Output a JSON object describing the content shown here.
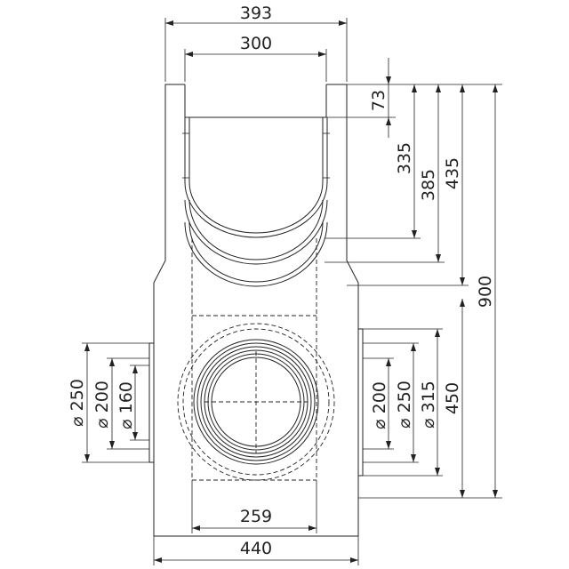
{
  "drawing": {
    "colors": {
      "line": "#222222",
      "background": "#ffffff"
    },
    "dimensions": {
      "top_outer_width": "393",
      "top_inner_width": "300",
      "depth_73": "73",
      "depth_335": "335",
      "depth_385": "385",
      "depth_435": "435",
      "total_height": "900",
      "lower_height": "450",
      "bottom_inner_width": "259",
      "bottom_outer_width": "440",
      "left_d250": "⌀ 250",
      "left_d200": "⌀ 200",
      "left_d160": "⌀ 160",
      "right_d200": "⌀ 200",
      "right_d250": "⌀ 250",
      "right_d315": "⌀ 315"
    }
  }
}
